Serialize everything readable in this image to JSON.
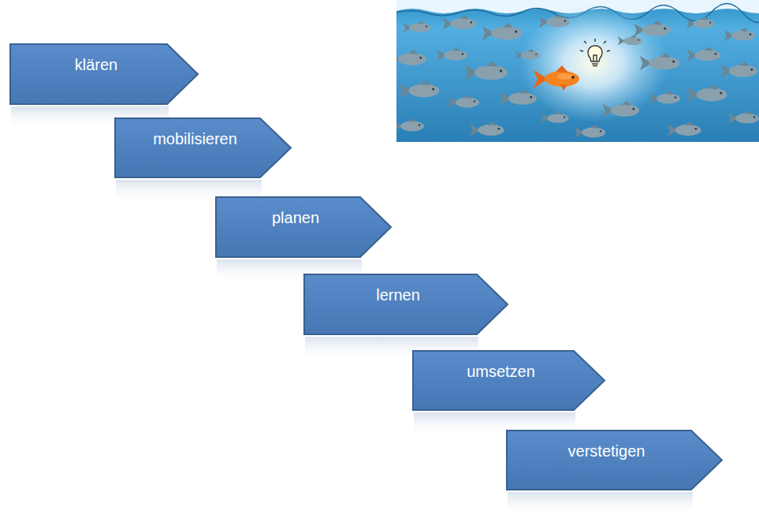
{
  "diagram": {
    "nodes": [
      {
        "text": [
          "klären"
        ]
      },
      {
        "text": [
          "mobilisieren"
        ]
      },
      {
        "text": [
          "planen"
        ]
      },
      {
        "text": [
          "lernen"
        ]
      },
      {
        "text": [
          "umsetzen"
        ]
      },
      {
        "text": [
          "verstetigen"
        ]
      }
    ]
  }
}
